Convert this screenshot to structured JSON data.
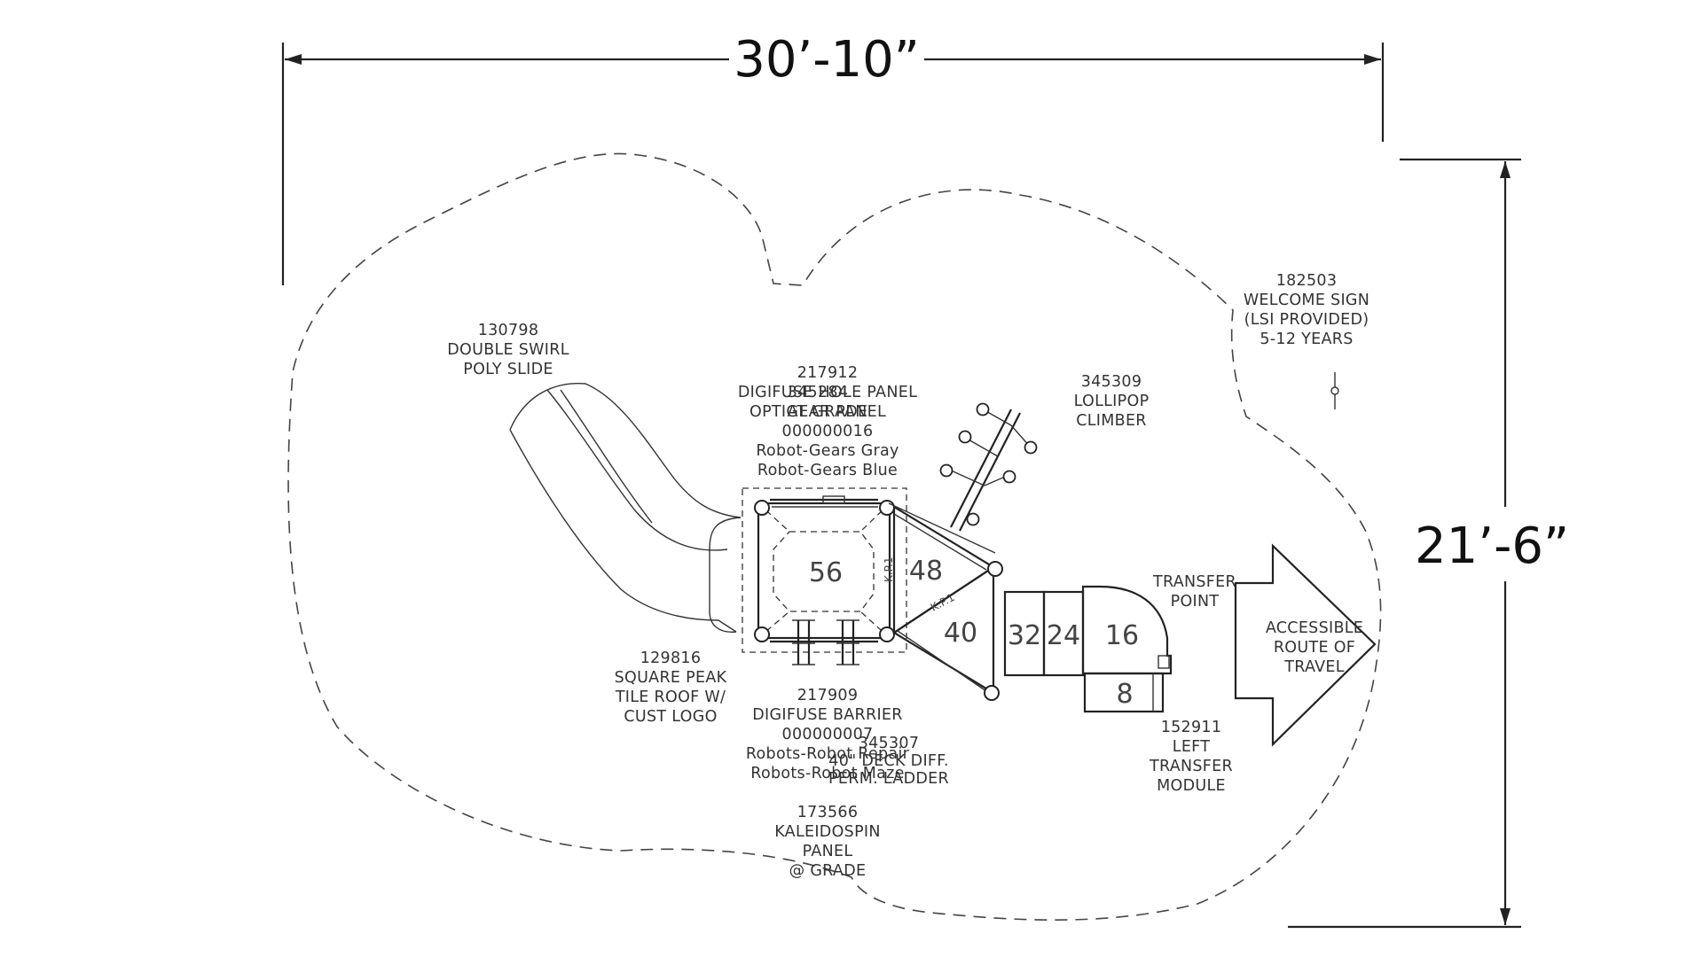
{
  "dimensions": {
    "width": "30’-10”",
    "depth": "21’-6”"
  },
  "components": [
    {
      "id": "slide",
      "lines": [
        "130798",
        "DOUBLE SWIRL",
        "POLY SLIDE"
      ]
    },
    {
      "id": "panel-217912",
      "lines": [
        "217912",
        "DIGIFUSE HOLE PANEL",
        "AT GRADE",
        "000000016",
        "Robot-Gears Gray",
        "Robot-Gears Blue"
      ]
    },
    {
      "id": "panel-345284",
      "lines": [
        "345284",
        "OPTIGEAR PANEL"
      ]
    },
    {
      "id": "climber",
      "lines": [
        "345309",
        "LOLLIPOP",
        "CLIMBER"
      ]
    },
    {
      "id": "sign",
      "lines": [
        "182503",
        "WELCOME SIGN",
        "(LSI PROVIDED)",
        "5-12 YEARS"
      ]
    },
    {
      "id": "roof",
      "lines": [
        "129816",
        "SQUARE PEAK",
        "TILE ROOF W/",
        "CUST LOGO"
      ]
    },
    {
      "id": "barrier",
      "lines": [
        "217909",
        "DIGIFUSE BARRIER",
        "000000007",
        "Robots-Robot Repair",
        "Robots-Robot Maze"
      ]
    },
    {
      "id": "ladder",
      "lines": [
        "345307",
        "40\" DECK DIFF.",
        "PERM. LADDER"
      ]
    },
    {
      "id": "kaleidospin",
      "lines": [
        "173566",
        "KALEIDOSPIN",
        "PANEL",
        "@ GRADE"
      ]
    },
    {
      "id": "transfer-point",
      "lines": [
        "TRANSFER",
        "POINT"
      ]
    },
    {
      "id": "transfer-module",
      "lines": [
        "152911",
        "LEFT",
        "TRANSFER",
        "MODULE"
      ]
    },
    {
      "id": "route",
      "lines": [
        "ACCESSIBLE",
        "ROUTE OF",
        "TRAVEL"
      ]
    }
  ],
  "deck_heights": {
    "main": "56",
    "upper_triangle": "48",
    "lower_triangle": "40",
    "step_a": "32",
    "step_b": "24",
    "step_c": "16",
    "step_d": "8"
  },
  "kp_label": "K.P.1"
}
